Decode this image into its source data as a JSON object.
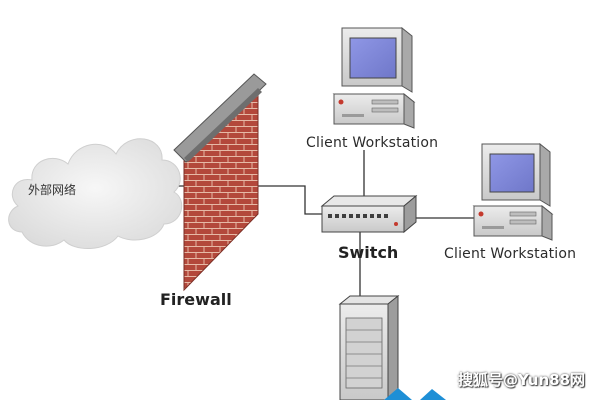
{
  "labels": {
    "client_workstation_top": "Client Workstation",
    "client_workstation_right": "Client Workstation",
    "switch": "Switch",
    "firewall": "Firewall",
    "external_network": "外部网络",
    "watermark": "搜狐号@Yun88网"
  },
  "icons": [
    "cloud-icon",
    "brick-wall-icon",
    "desktop-computer-icon",
    "network-switch-icon",
    "server-tower-icon"
  ],
  "colors": {
    "brick": "#b3483b",
    "mortar": "#e6b9a6",
    "wall_cap": "#8d8d8d",
    "monitor_screen": "#7f86d8",
    "computer_case": "#dcdcdc",
    "link_line": "#333333",
    "accent_arrow": "#1e8fd6"
  }
}
